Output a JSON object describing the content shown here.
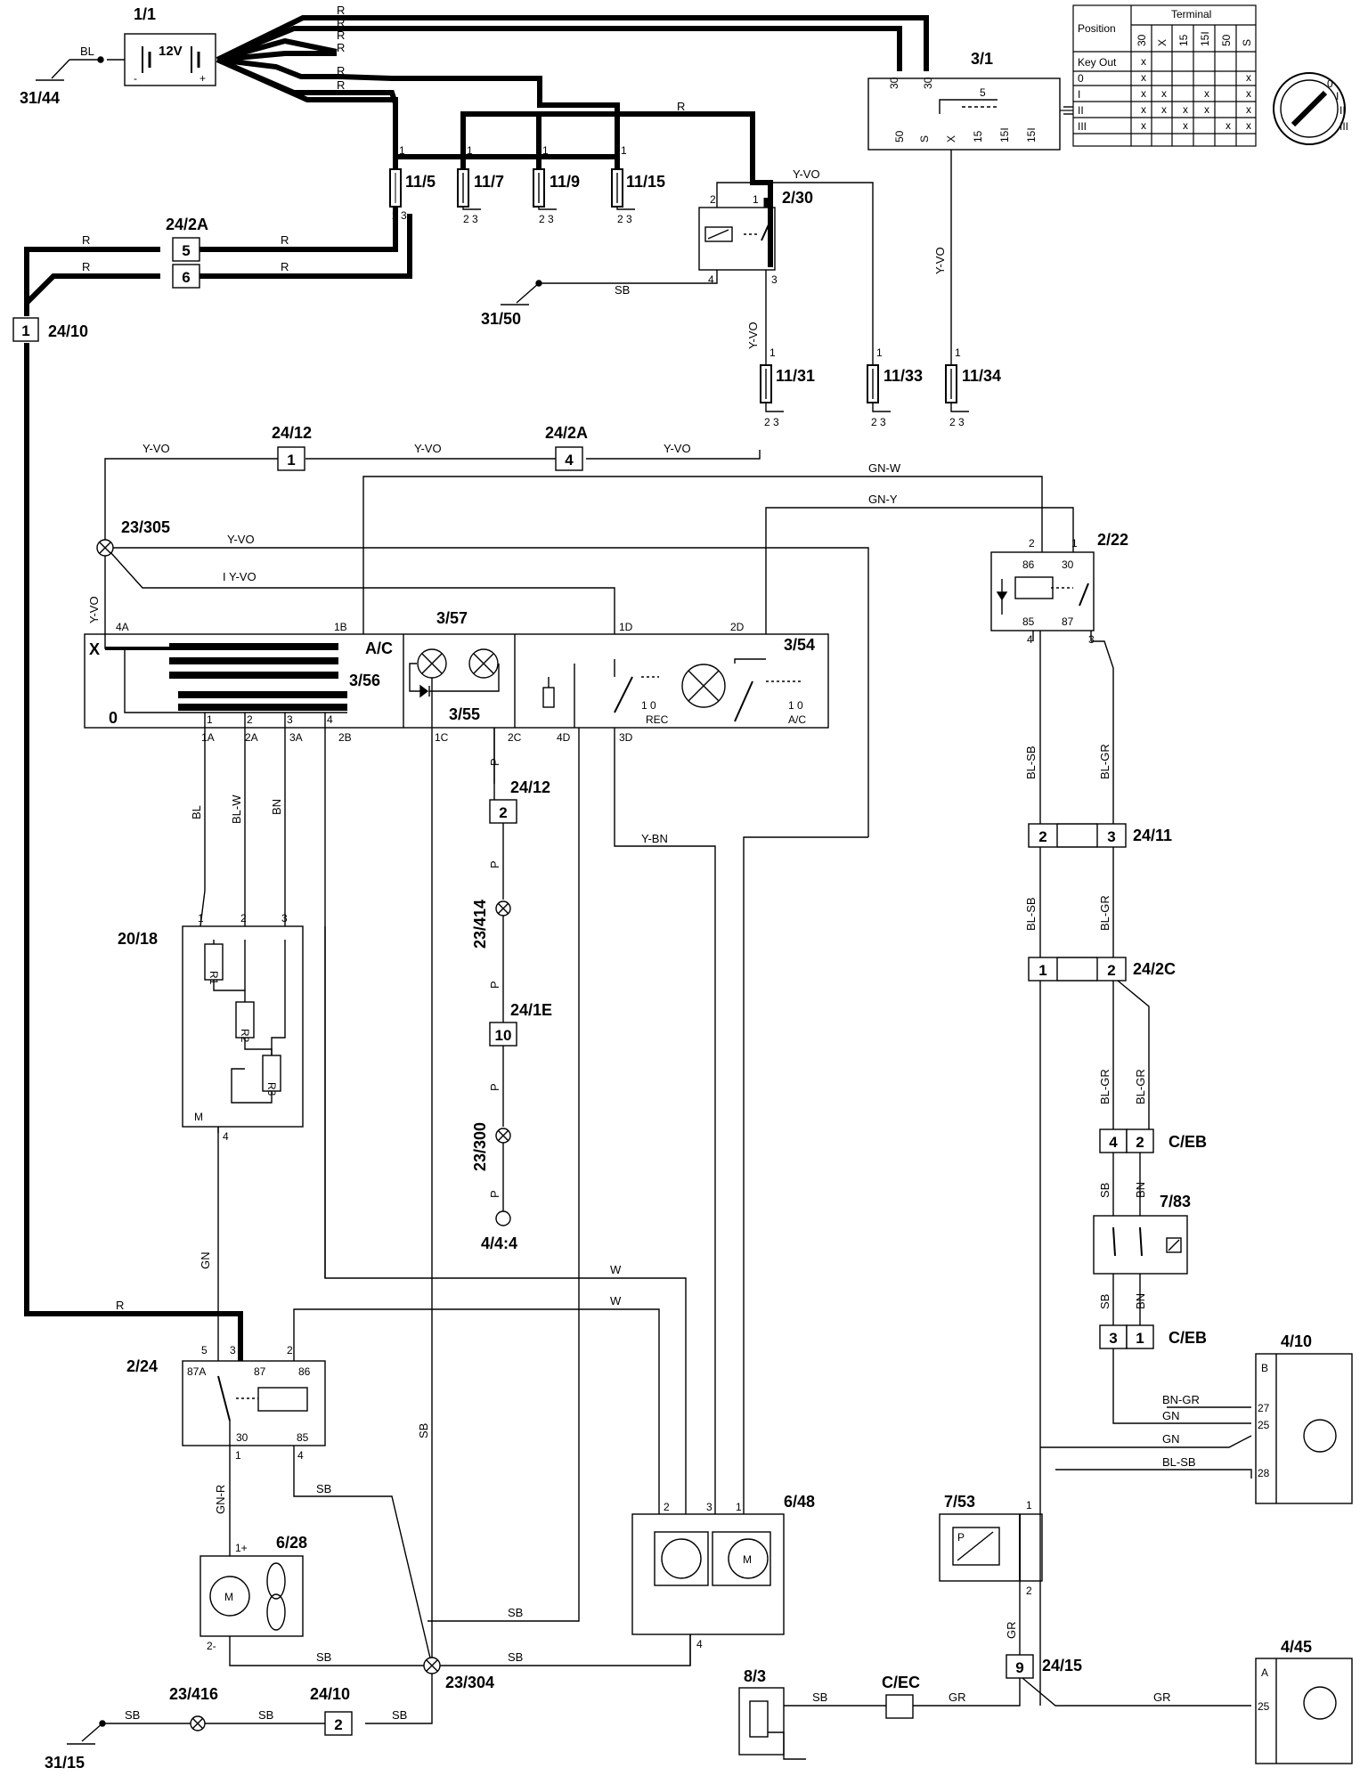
{
  "battery": {
    "label": "1/1",
    "voltage": "12V",
    "neg": "-",
    "pos": "+"
  },
  "grounds": {
    "g1": "31/44",
    "g2": "31/50",
    "g3": "31/15"
  },
  "ignition": {
    "label": "3/1",
    "pins": [
      "30",
      "30",
      "50",
      "S",
      "X",
      "15",
      "15I",
      "15I"
    ],
    "inner": "5"
  },
  "key_table": {
    "title_position": "Position",
    "title_terminal": "Terminal",
    "cols": [
      "30",
      "X",
      "15",
      "15I",
      "50",
      "S"
    ],
    "rows": [
      {
        "label": "Key Out",
        "marks": [
          "x",
          "",
          "",
          "",
          "",
          ""
        ]
      },
      {
        "label": "0",
        "marks": [
          "x",
          "",
          "",
          "",
          "",
          "x"
        ]
      },
      {
        "label": "I",
        "marks": [
          "x",
          "x",
          "",
          "x",
          "",
          "x"
        ]
      },
      {
        "label": "II",
        "marks": [
          "x",
          "x",
          "x",
          "x",
          "",
          "x"
        ]
      },
      {
        "label": "III",
        "marks": [
          "x",
          "",
          "x",
          "",
          "x",
          "x"
        ]
      }
    ],
    "dial": [
      "0",
      "I",
      "II",
      "III"
    ]
  },
  "fuses": [
    {
      "label": "11/5",
      "top": "1",
      "bottom": "2   3"
    },
    {
      "label": "11/7",
      "top": "1",
      "bottom": "2   3"
    },
    {
      "label": "11/9",
      "top": "1",
      "bottom": "2   3"
    },
    {
      "label": "11/15",
      "top": "1",
      "bottom": "2   3"
    },
    {
      "label": "11/31",
      "top": "1",
      "bottom": "2   3"
    },
    {
      "label": "11/33",
      "top": "1",
      "bottom": "2   3"
    },
    {
      "label": "11/34",
      "top": "1",
      "bottom": "2   3"
    }
  ],
  "connectors": {
    "c24_2A_top": {
      "label": "24/2A",
      "a": "5",
      "b": "6"
    },
    "c24_10": {
      "label": "24/10",
      "a": "1"
    },
    "c24_12": {
      "label": "24/12",
      "a": "1"
    },
    "c24_2A_mid": {
      "label": "24/2A",
      "a": "4"
    },
    "c24_12_b": {
      "label": "24/12",
      "a": "2"
    },
    "c24_1E": {
      "label": "24/1E",
      "a": "10"
    },
    "c24_11": {
      "label": "24/11",
      "a": "2",
      "b": "3"
    },
    "c24_2C": {
      "label": "24/2C",
      "a": "1",
      "b": "2"
    },
    "cEB_top": {
      "label": "C/EB",
      "a": "4",
      "b": "2"
    },
    "cEB_bot": {
      "label": "C/EB",
      "a": "3",
      "b": "1"
    },
    "c24_15": {
      "label": "24/15",
      "a": "9"
    },
    "c24_10_b": {
      "label": "24/10",
      "a": "2"
    },
    "cEC": {
      "label": "C/EC"
    }
  },
  "relays": {
    "r2_30": {
      "label": "2/30",
      "pins": [
        "2",
        "1",
        "4",
        "3"
      ]
    },
    "r2_22": {
      "label": "2/22",
      "pins": [
        "2",
        "1",
        "86",
        "30",
        "85",
        "87",
        "4",
        "3"
      ]
    },
    "r2_24": {
      "label": "2/24",
      "pins": [
        "5",
        "3",
        "2",
        "87A",
        "87",
        "86",
        "30",
        "85",
        "1",
        "4"
      ]
    }
  },
  "splices": {
    "s23_305": "23/305",
    "s23_414": "23/414",
    "s23_300": "23/300",
    "s23_304": "23/304",
    "s23_416": "23/416"
  },
  "panel": {
    "x_label": "X",
    "zero": "0",
    "ac_label": "A/C",
    "sw356": "3/56",
    "sw357": "3/57",
    "sw355": "3/55",
    "sw354": "3/54",
    "rec": "REC",
    "ac2": "A/C",
    "io1": "1   0",
    "io2": "1   0",
    "top_pins": [
      "4A",
      "1B",
      "1D",
      "2D"
    ],
    "bottom_pins": [
      "1A",
      "2A",
      "3A",
      "2B",
      "1C",
      "2C",
      "4D",
      "3D"
    ],
    "inner_pins": [
      "1",
      "2",
      "3",
      "4"
    ]
  },
  "resistor": {
    "label": "20/18",
    "pins": [
      "1",
      "2",
      "3"
    ],
    "R": [
      "R1",
      "R2",
      "R3"
    ],
    "M": "M",
    "out": "4"
  },
  "components": {
    "fan": {
      "label": "6/28",
      "plus": "1+",
      "minus": "2-",
      "motor": "M"
    },
    "blower": {
      "label": "6/48",
      "pins": [
        "2",
        "3",
        "1",
        "4"
      ],
      "motor": "M"
    },
    "sensor7_83": {
      "label": "7/83"
    },
    "sensor7_53": {
      "label": "7/53",
      "p1": "1",
      "p2": "2",
      "sym": "P"
    },
    "ecu4_10": {
      "label": "4/10",
      "tag": "B",
      "pins": [
        "27",
        "25",
        "28"
      ]
    },
    "ecu4_45": {
      "label": "4/45",
      "tag": "A",
      "pin": "25"
    },
    "sw8_3": {
      "label": "8/3"
    },
    "ground44": {
      "label": "4/4:4"
    }
  },
  "wires": {
    "BL": "BL",
    "R": "R",
    "YVO": "Y-VO",
    "SB": "SB",
    "GNW": "GN-W",
    "GNY": "GN-Y",
    "BLSB": "BL-SB",
    "BLGR": "BL-GR",
    "BLW": "BL-W",
    "BN": "BN",
    "P": "P",
    "YBN": "Y-BN",
    "GN": "GN",
    "W": "W",
    "GNR": "GN-R",
    "BNGR": "BN-GR",
    "GR": "GR",
    "IYVO": "I Y-VO"
  }
}
